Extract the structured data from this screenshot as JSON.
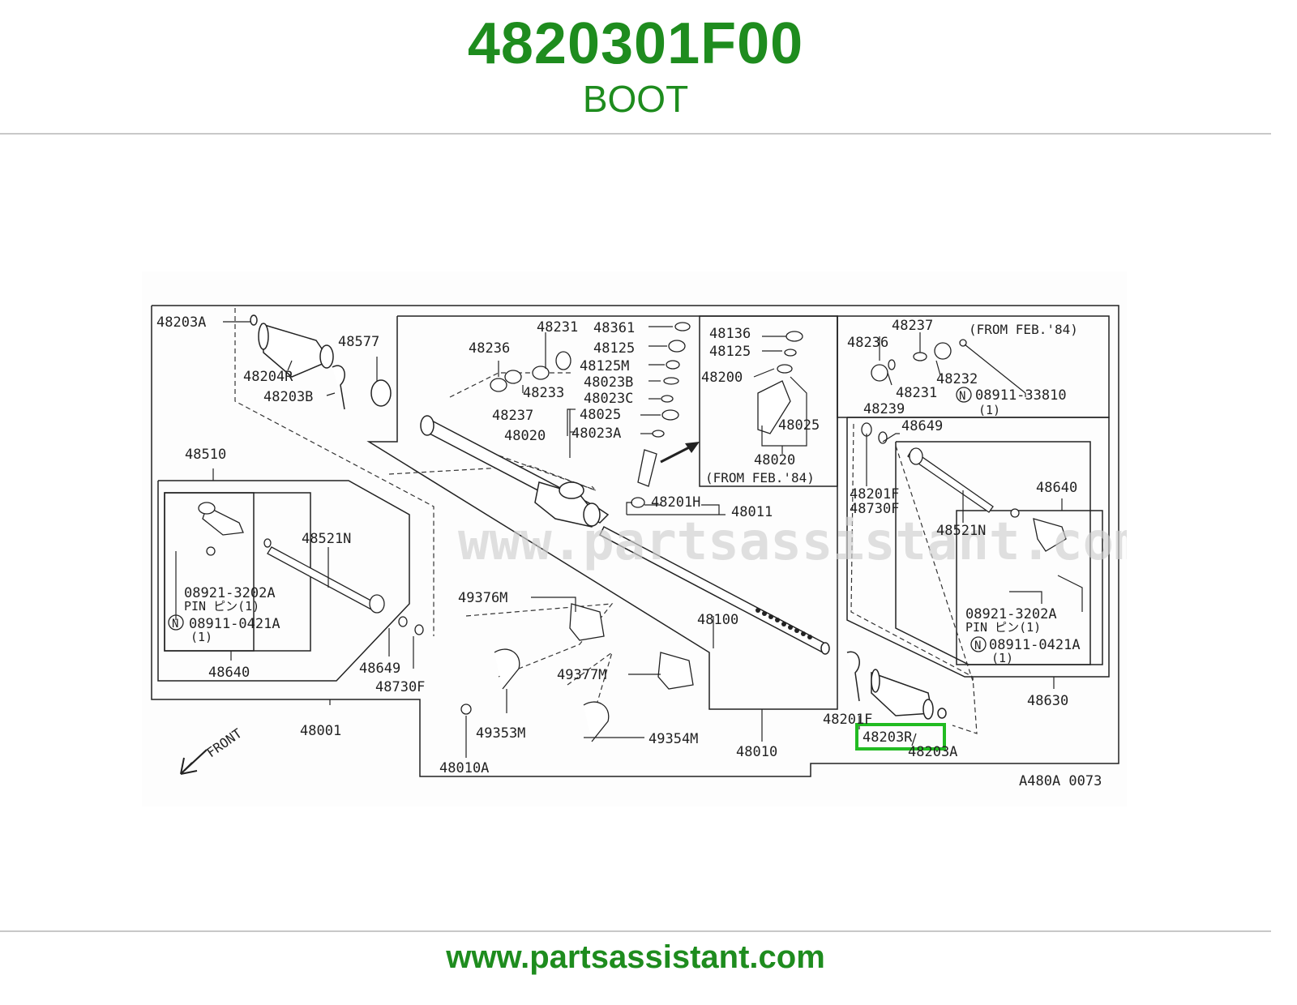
{
  "header": {
    "part_number": "4820301F00",
    "part_name": "BOOT"
  },
  "footer": {
    "url": "www.partsassistant.com"
  },
  "diagram": {
    "watermark": "www.partsassistant.com",
    "ref_code": "A480A 0073",
    "front_label": "FRONT",
    "highlight_color": "#22bb22",
    "labels": {
      "l48203A_tl": "48203A",
      "l48577": "48577",
      "l48204R": "48204R",
      "l48203B": "48203B",
      "l48231": "48231",
      "l48236": "48236",
      "l48233": "48233",
      "l48237": "48237",
      "l48361": "48361",
      "l48125": "48125",
      "l48125M": "48125M",
      "l48023B": "48023B",
      "l48023C": "48023C",
      "l48025": "48025",
      "l48020": "48020",
      "l48023A": "48023A",
      "l48201H": "48201H",
      "l48011": "48011",
      "l48136": "48136",
      "l48125b": "48125",
      "l48200": "48200",
      "l48025b": "48025",
      "l48020b": "48020",
      "from_feb84_a": "(FROM FEB.'84)",
      "l48237b": "48237",
      "l48236b": "48236",
      "from_feb84_b": "(FROM FEB.'84)",
      "l48232": "48232",
      "l48231b": "48231",
      "l48239": "48239",
      "l08911_33810": "08911-33810",
      "qty1_a": "(1)",
      "l48649_r": "48649",
      "l48201F": "48201F",
      "l48730F_r": "48730F",
      "l48640_r": "48640",
      "l48521N_r": "48521N",
      "l08921_r": "08921-3202A",
      "pin_r": "PIN ピン(1)",
      "l08911_0421A_r": "08911-0421A",
      "qty1_r": "(1)",
      "l48630": "48630",
      "l48510": "48510",
      "l48521N_l": "48521N",
      "l08921_l": "08921-3202A",
      "pin_l": "PIN ピン(1)",
      "l08911_0421A_l": "08911-0421A",
      "qty1_l": "(1)",
      "l48640_l": "48640",
      "l48649_l": "48649",
      "l48730F_l": "48730F",
      "l48001": "48001",
      "l49376M": "49376M",
      "l48100": "48100",
      "l49377M": "49377M",
      "l49353M": "49353M",
      "l49354M": "49354M",
      "l48010A": "48010A",
      "l48010": "48010",
      "l48201F_b": "48201F",
      "l48203R": "48203R",
      "l48203A_b": "48203A",
      "n_symbol": "N"
    }
  }
}
